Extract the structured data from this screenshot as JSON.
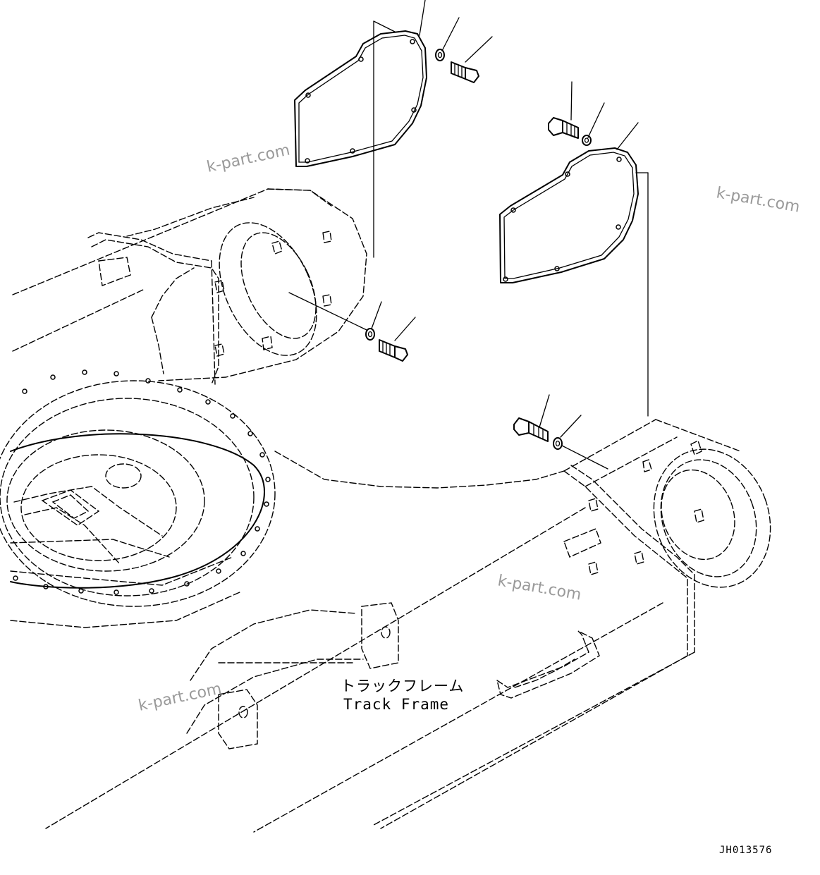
{
  "diagram": {
    "label_jp": "トラックフレーム",
    "label_en": "Track Frame",
    "drawing_code": "JH013576",
    "watermarks": [
      "k-part.com",
      "k-part.com",
      "k-part.com",
      "k-part.com"
    ]
  },
  "parts": {
    "left_group": [
      "cover",
      "washer",
      "bolt"
    ],
    "right_group": [
      "bolt",
      "washer",
      "cover"
    ],
    "lower_left_group": [
      "washer",
      "bolt"
    ],
    "lower_right_group": [
      "bolt",
      "washer"
    ]
  }
}
